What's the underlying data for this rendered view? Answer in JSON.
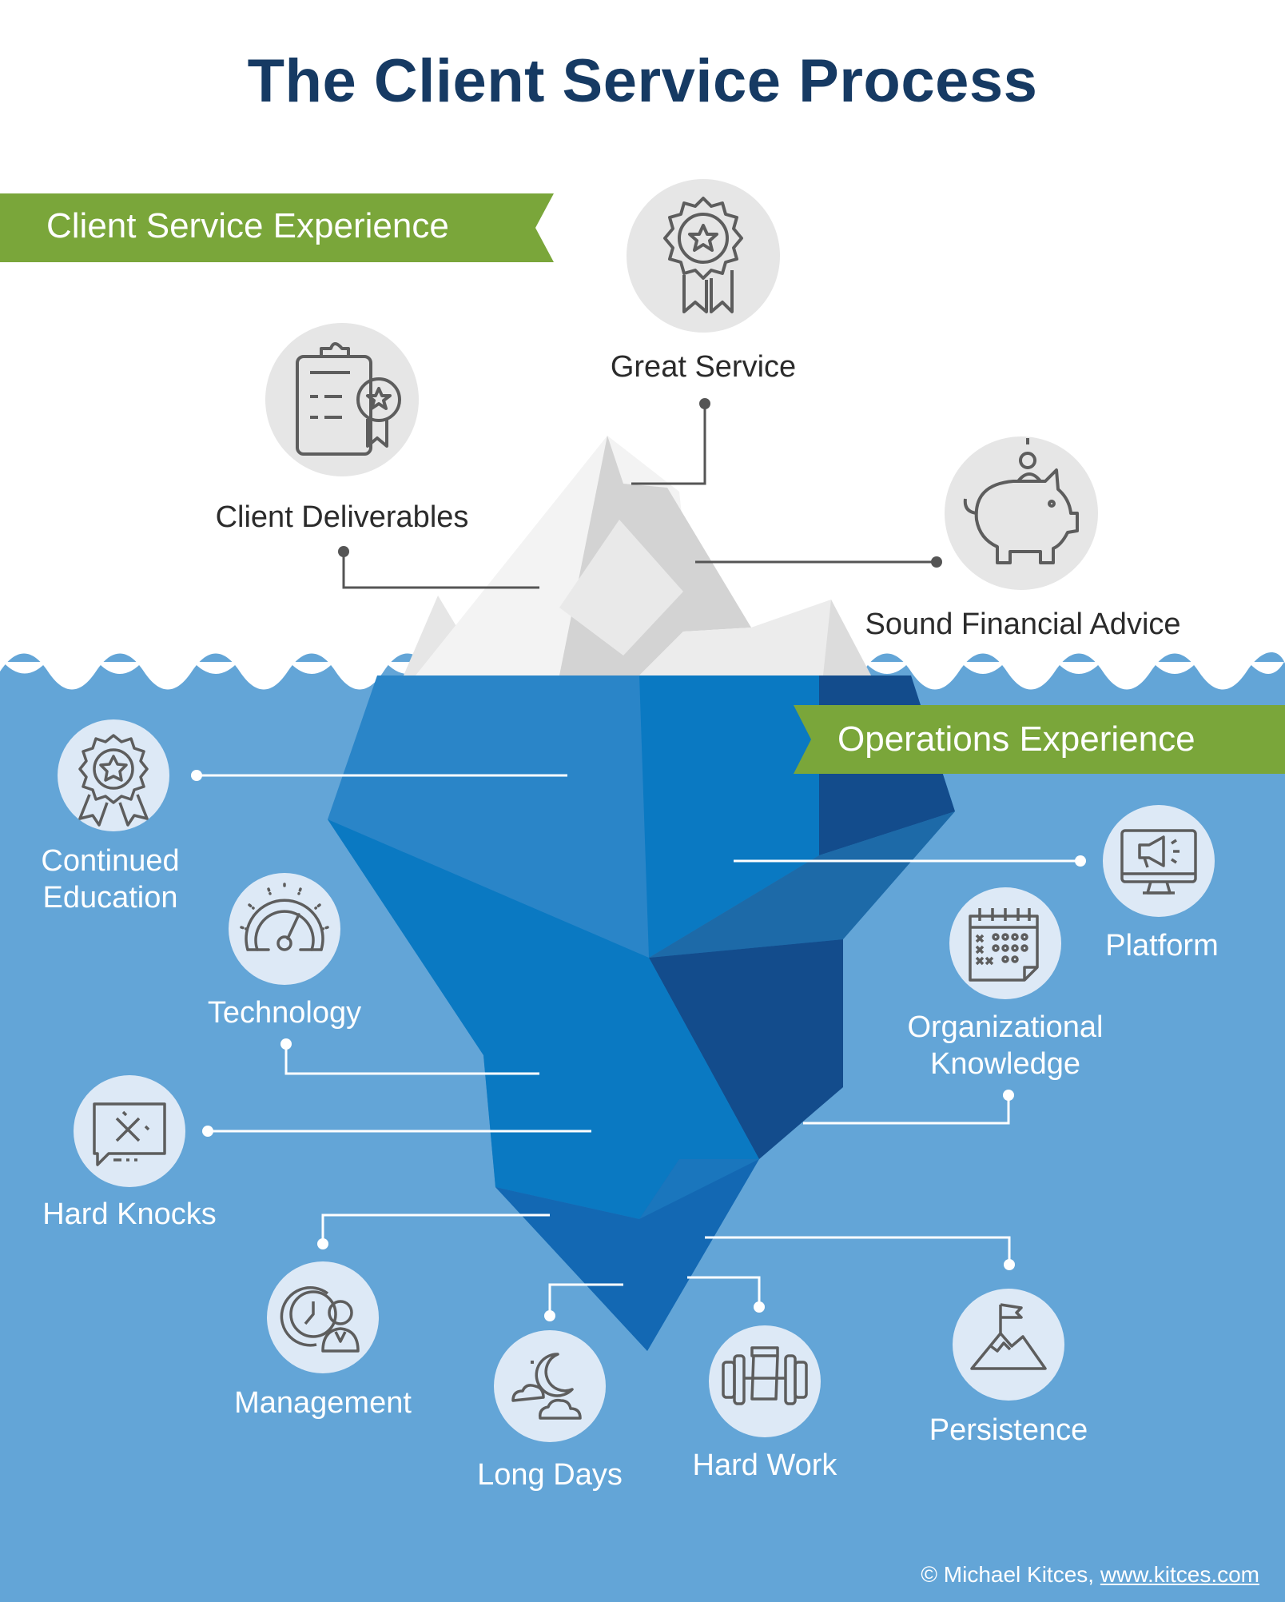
{
  "title": "The Client Service Process",
  "banners": {
    "client_experience": "Client Service Experience",
    "operations_experience": "Operations Experience"
  },
  "above_water": [
    {
      "label": "Great Service",
      "icon": "award-ribbon-icon"
    },
    {
      "label": "Client Deliverables",
      "icon": "clipboard-star-icon"
    },
    {
      "label": "Sound Financial Advice",
      "icon": "piggy-bank-icon"
    }
  ],
  "below_water": [
    {
      "label_lines": [
        "Continued",
        "Education"
      ],
      "icon": "medal-star-icon"
    },
    {
      "label": "Technology",
      "icon": "speedometer-icon"
    },
    {
      "label": "Hard Knocks",
      "icon": "error-message-icon"
    },
    {
      "label": "Management",
      "icon": "clock-manager-icon"
    },
    {
      "label": "Long Days",
      "icon": "moon-clouds-icon"
    },
    {
      "label": "Hard Work",
      "icon": "dumbbell-icon"
    },
    {
      "label": "Persistence",
      "icon": "mountain-flag-icon"
    },
    {
      "label": "Platform",
      "icon": "monitor-megaphone-icon"
    },
    {
      "label_lines": [
        "Organizational",
        "Knowledge"
      ],
      "icon": "calendar-icon"
    }
  ],
  "credit": {
    "text": "© Michael Kitces, ",
    "link": "www.kitces.com"
  },
  "colors": {
    "title": "#163a63",
    "banner": "#7aa63a",
    "water": "#63a5d7",
    "icon_circle_light": "#e6e6e6",
    "icon_circle_water": "#dde9f6",
    "icon_stroke": "#5d5d5d"
  }
}
